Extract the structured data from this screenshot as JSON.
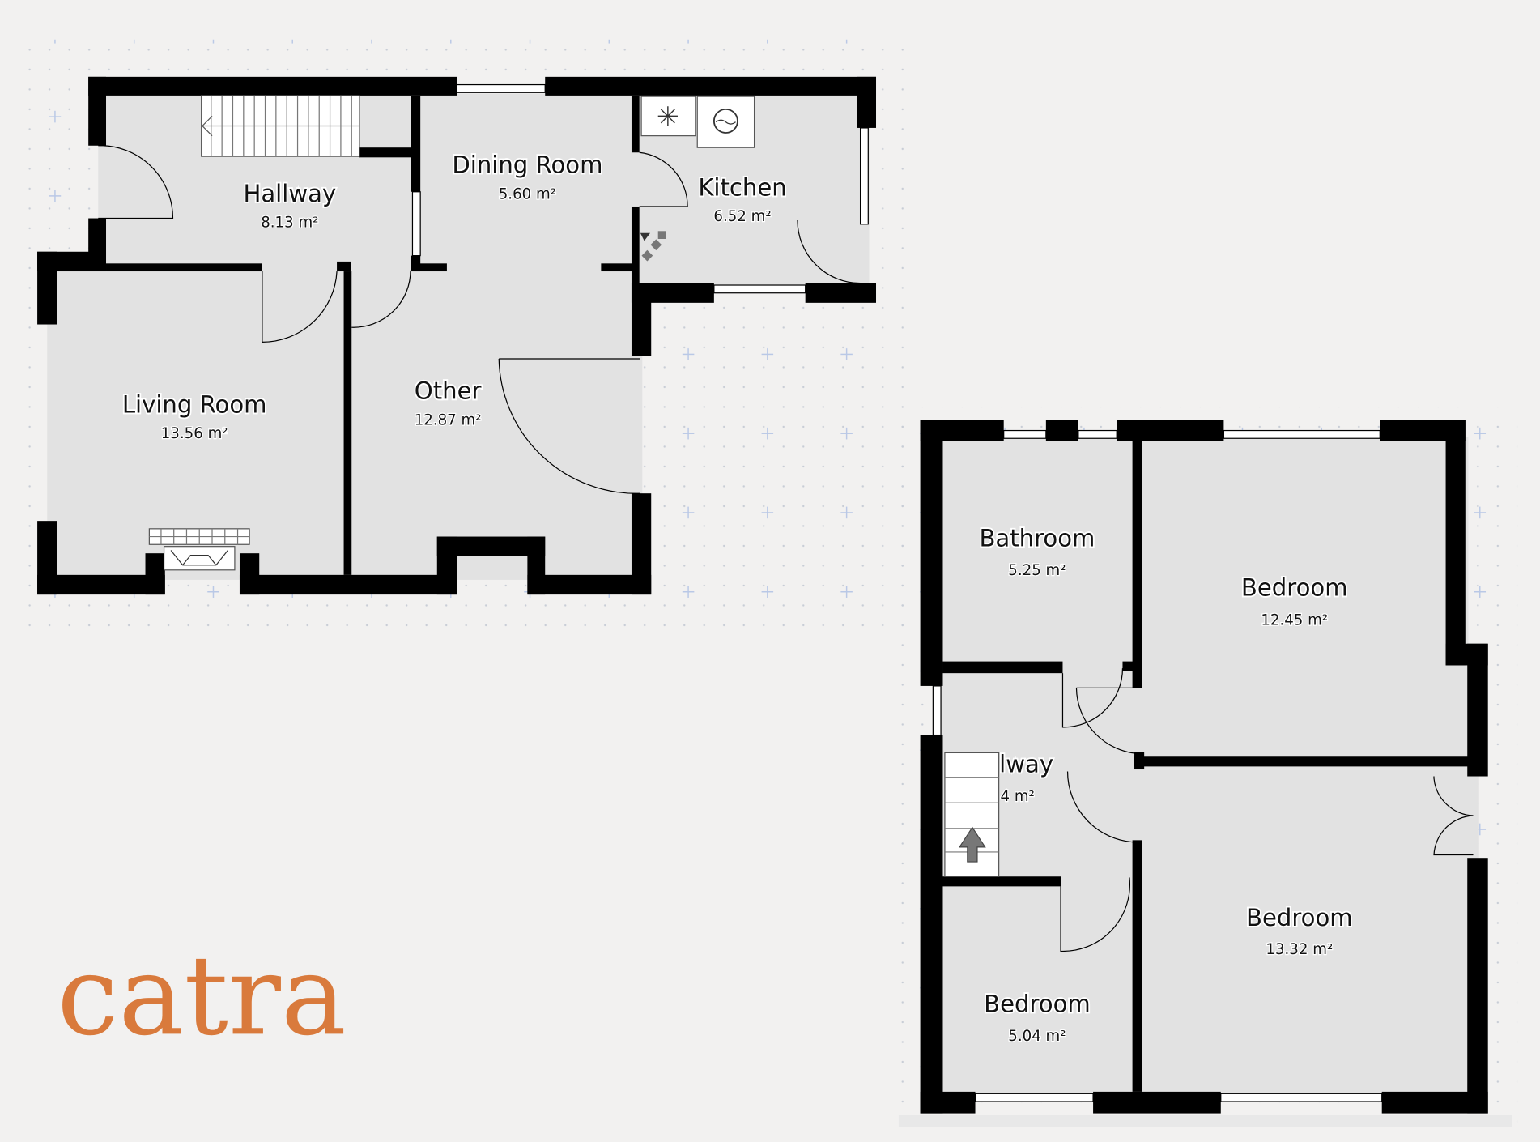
{
  "brand": {
    "logo_text": "catra",
    "color": "#d97a3c"
  },
  "colors": {
    "wall": "#000000",
    "floor": "#e2e2e2",
    "background": "#f2f1f0",
    "grid_dot": "#c8cdd6",
    "grid_plus": "#b9c8e6"
  },
  "ground_floor": {
    "rooms": [
      {
        "name": "Hallway",
        "area": "8.13 m²"
      },
      {
        "name": "Dining Room",
        "area": "5.60 m²"
      },
      {
        "name": "Kitchen",
        "area": "6.52 m²"
      },
      {
        "name": "Living Room",
        "area": "13.56 m²"
      },
      {
        "name": "Other",
        "area": "12.87 m²"
      }
    ]
  },
  "first_floor": {
    "rooms": [
      {
        "name": "Bathroom",
        "area": "5.25 m²"
      },
      {
        "name": "Bedroom",
        "area": "12.45 m²"
      },
      {
        "name": "lway",
        "area": "4 m²"
      },
      {
        "name": "Bedroom",
        "area": "13.32 m²"
      },
      {
        "name": "Bedroom",
        "area": "5.04 m²"
      }
    ]
  }
}
